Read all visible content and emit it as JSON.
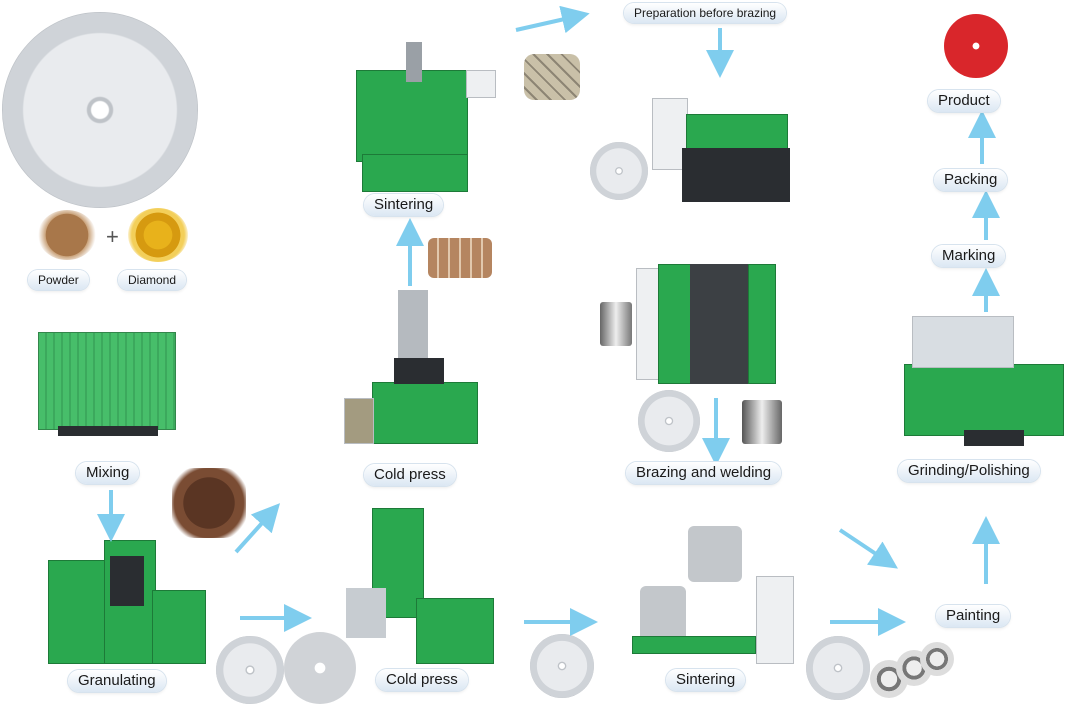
{
  "steps": {
    "powder": "Powder",
    "diamond": "Diamond",
    "mixing": "Mixing",
    "granulating": "Granulating",
    "cold_press_1": "Cold press",
    "cold_press_2": "Cold press",
    "sintering_1": "Sintering",
    "sintering_2": "Sintering",
    "preparation": "Preparation before brazing",
    "brazing": "Brazing and welding",
    "painting": "Painting",
    "grinding": "Grinding/Polishing",
    "marking": "Marking",
    "packing": "Packing",
    "product": "Product"
  },
  "symbols": {
    "plus": "+"
  },
  "colors": {
    "arrow": "#7fcdee",
    "machine_green": "#2aa84f",
    "product_red": "#d9262b"
  }
}
